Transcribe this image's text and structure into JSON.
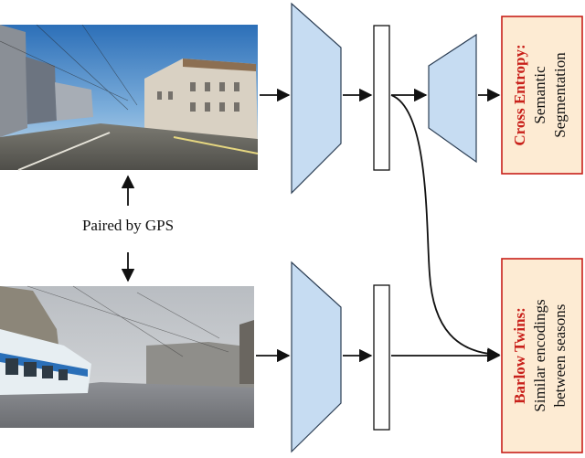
{
  "pairing": {
    "label": "Paired by GPS"
  },
  "loss_top": {
    "title": "Cross Entropy:",
    "line1": "Semantic",
    "line2": "Segmentation"
  },
  "loss_bottom": {
    "title": "Barlow Twins:",
    "line1": "Similar encodings",
    "line2": "between seasons"
  },
  "photos": {
    "top": "sunny-city-street-photo",
    "bottom": "snowy-tram-street-photo"
  },
  "colors": {
    "encoder_fill": "#c6dcf2",
    "encoder_stroke": "#2d3f55",
    "loss_box_fill": "#fdebd3",
    "loss_box_stroke": "#c8201a",
    "loss_title": "#c8201a",
    "arrow": "#111111"
  }
}
